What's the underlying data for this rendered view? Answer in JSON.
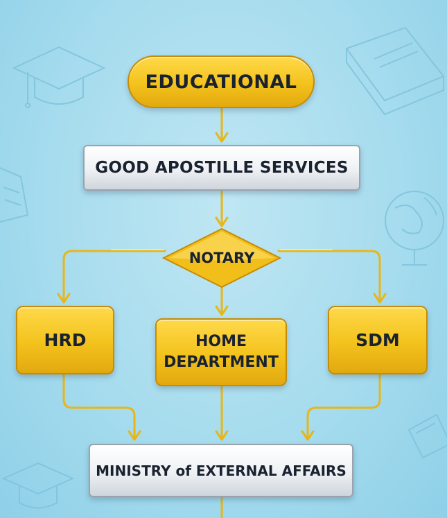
{
  "diagram": {
    "nodes": {
      "educational": "EDUCATIONAL",
      "good_apostille": "GOOD APOSTILLE SERVICES",
      "notary": "NOTARY",
      "hrd": "HRD",
      "home_line1": "HOME",
      "home_line2": "DEPARTMENT",
      "sdm": "SDM",
      "ministry": "MINISTRY of EXTERNAL AFFAIRS"
    }
  },
  "colors": {
    "background": "#a6dcee",
    "node_gold": "#f3c21c",
    "node_silver": "#eef1f4",
    "connector": "#e8b617",
    "text": "#1a2230"
  },
  "decorations": [
    "graduation-cap-icon",
    "book-icon",
    "globe-icon",
    "document-icon"
  ]
}
